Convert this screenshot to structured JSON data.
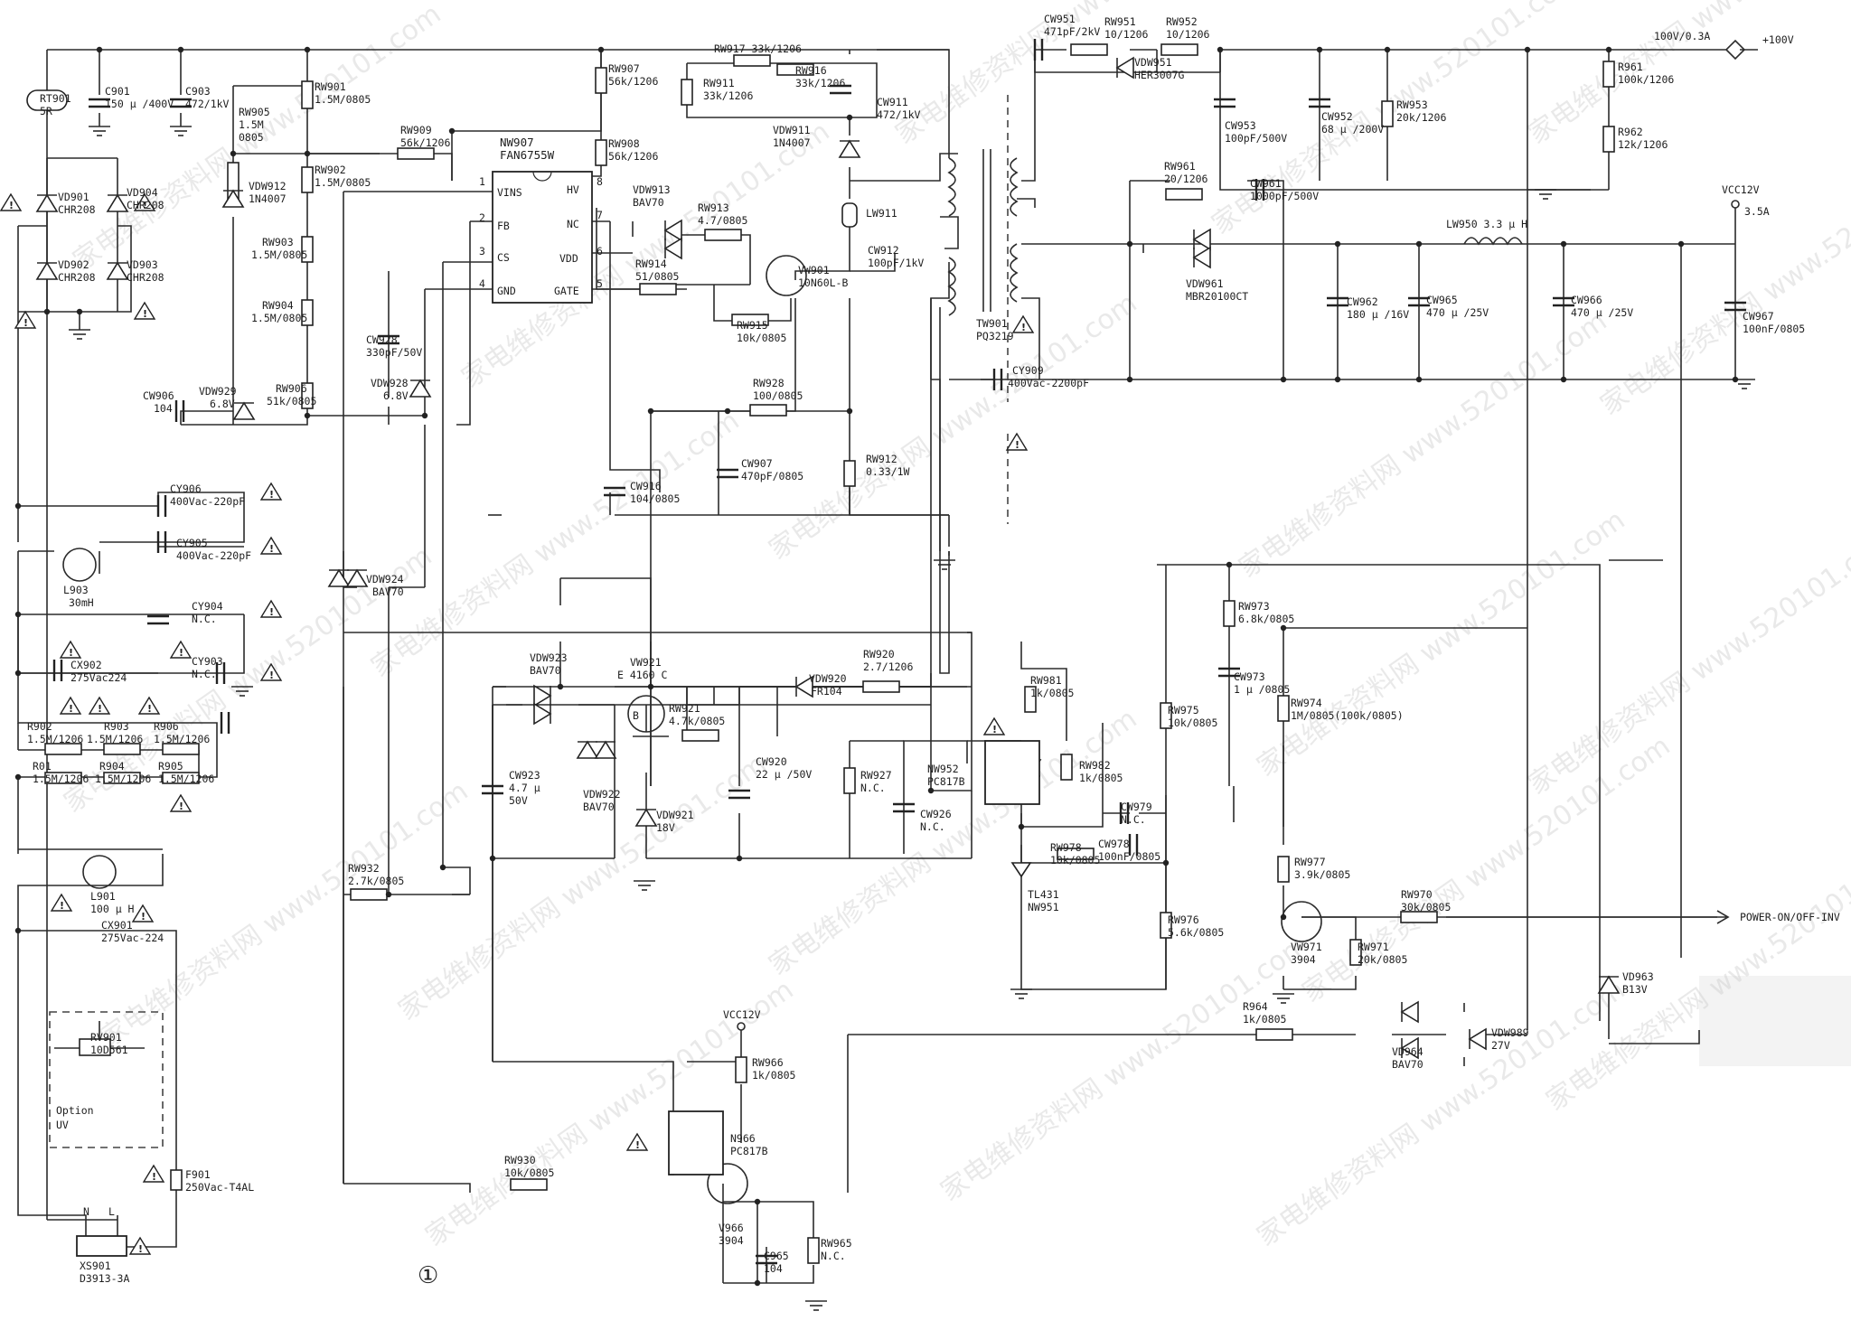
{
  "diagram": {
    "page_marker": "①",
    "watermark_text": "家电维修资料网 www.520101.com",
    "warning_symbol": "⚠",
    "labels": [
      {
        "id": "rt901",
        "text": [
          "RT901",
          "5R"
        ]
      },
      {
        "id": "c901",
        "text": [
          "C901",
          "150 μ /400V"
        ]
      },
      {
        "id": "c903",
        "text": [
          "C903",
          "472/1kV"
        ]
      },
      {
        "id": "rw905",
        "text": [
          "RW905",
          "1.5M",
          "0805"
        ]
      },
      {
        "id": "rw901",
        "text": [
          "RW901",
          "1.5M/0805"
        ]
      },
      {
        "id": "rw909",
        "text": [
          "RW909",
          "56k/1206"
        ]
      },
      {
        "id": "rw907",
        "text": [
          "RW907",
          "56k/1206"
        ]
      },
      {
        "id": "rw908",
        "text": [
          "RW908",
          "56k/1206"
        ]
      },
      {
        "id": "rw917",
        "text": [
          "RW917 33k/1206"
        ]
      },
      {
        "id": "rw911",
        "text": [
          "RW911",
          "33k/1206"
        ]
      },
      {
        "id": "rw916",
        "text": [
          "RW916",
          "33k/1206"
        ]
      },
      {
        "id": "cw911",
        "text": [
          "CW911",
          "472/1kV"
        ]
      },
      {
        "id": "vdw911",
        "text": [
          "VDW911",
          "1N4007"
        ]
      },
      {
        "id": "nw907",
        "text": [
          "NW907",
          "FAN6755W"
        ]
      },
      {
        "id": "pin_vins",
        "text": [
          "VINS"
        ]
      },
      {
        "id": "pin_fb",
        "text": [
          "FB"
        ]
      },
      {
        "id": "pin_cs",
        "text": [
          "CS"
        ]
      },
      {
        "id": "pin_gnd",
        "text": [
          "GND"
        ]
      },
      {
        "id": "pin_hv",
        "text": [
          "HV"
        ]
      },
      {
        "id": "pin_nc",
        "text": [
          "NC"
        ]
      },
      {
        "id": "pin_vdd",
        "text": [
          "VDD"
        ]
      },
      {
        "id": "pin_gate",
        "text": [
          "GATE"
        ]
      },
      {
        "id": "pin1",
        "text": [
          "1"
        ]
      },
      {
        "id": "pin2",
        "text": [
          "2"
        ]
      },
      {
        "id": "pin3",
        "text": [
          "3"
        ]
      },
      {
        "id": "pin4",
        "text": [
          "4"
        ]
      },
      {
        "id": "pin5",
        "text": [
          "5"
        ]
      },
      {
        "id": "pin6",
        "text": [
          "6"
        ]
      },
      {
        "id": "pin7",
        "text": [
          "7"
        ]
      },
      {
        "id": "pin8",
        "text": [
          "8"
        ]
      },
      {
        "id": "vdw913",
        "text": [
          "VDW913",
          "BAV70"
        ]
      },
      {
        "id": "rw913",
        "text": [
          "RW913",
          "4.7/0805"
        ]
      },
      {
        "id": "rw914",
        "text": [
          "RW914",
          "51/0805"
        ]
      },
      {
        "id": "lw911",
        "text": [
          "LW911"
        ]
      },
      {
        "id": "vw901",
        "text": [
          "VW901",
          "10N60L-B"
        ]
      },
      {
        "id": "cw912",
        "text": [
          "CW912",
          "100pF/1kV"
        ]
      },
      {
        "id": "rw915",
        "text": [
          "RW915",
          "10k/0805"
        ]
      },
      {
        "id": "tw901",
        "text": [
          "TW901",
          "PQ3219"
        ]
      },
      {
        "id": "cw951",
        "text": [
          "CW951",
          "471pF/2kV"
        ]
      },
      {
        "id": "rw951",
        "text": [
          "RW951",
          "10/1206"
        ]
      },
      {
        "id": "rw952",
        "text": [
          "RW952",
          "10/1206"
        ]
      },
      {
        "id": "vdw951",
        "text": [
          "VDW951",
          "HER3007G"
        ]
      },
      {
        "id": "cw953",
        "text": [
          "CW953",
          "100pF/500V"
        ]
      },
      {
        "id": "cw952",
        "text": [
          "CW952",
          "68 μ /200V"
        ]
      },
      {
        "id": "rw953",
        "text": [
          "RW953",
          "20k/1206"
        ]
      },
      {
        "id": "out100",
        "text": [
          "100V/0.3A"
        ]
      },
      {
        "id": "plus100",
        "text": [
          "+100V"
        ]
      },
      {
        "id": "r961",
        "text": [
          "R961",
          "100k/1206"
        ]
      },
      {
        "id": "r962",
        "text": [
          "R962",
          "12k/1206"
        ]
      },
      {
        "id": "rw961",
        "text": [
          "RW961",
          "20/1206"
        ]
      },
      {
        "id": "cw961",
        "text": [
          "CW961",
          "1000pF/500V"
        ]
      },
      {
        "id": "vdw961",
        "text": [
          "VDW961",
          "MBR20100CT"
        ]
      },
      {
        "id": "vcc12v",
        "text": [
          "VCC12V",
          "3.5A"
        ]
      },
      {
        "id": "lw950",
        "text": [
          "LW950 3.3 μ H"
        ]
      },
      {
        "id": "cw962",
        "text": [
          "CW962",
          "180 μ /16V"
        ]
      },
      {
        "id": "cw965",
        "text": [
          "CW965",
          "470 μ /25V"
        ]
      },
      {
        "id": "cw966",
        "text": [
          "CW966",
          "470 μ /25V"
        ]
      },
      {
        "id": "cw967",
        "text": [
          "CW967",
          "100nF/0805"
        ]
      },
      {
        "id": "vd901",
        "text": [
          "VD901",
          "CHR208"
        ]
      },
      {
        "id": "vd904",
        "text": [
          "VD904",
          "CHR208"
        ]
      },
      {
        "id": "vdw912",
        "text": [
          "VDW912",
          "1N4007"
        ]
      },
      {
        "id": "rw902",
        "text": [
          "RW902",
          "1.5M/0805"
        ]
      },
      {
        "id": "rw903",
        "text": [
          "RW903",
          "1.5M/0805"
        ]
      },
      {
        "id": "rw904",
        "text": [
          "RW904",
          "1.5M/0805"
        ]
      },
      {
        "id": "vd902",
        "text": [
          "VD902",
          "CHR208"
        ]
      },
      {
        "id": "vd903",
        "text": [
          "VD903",
          "CHR208"
        ]
      },
      {
        "id": "cw928",
        "text": [
          "CW928",
          "330pF/50V"
        ]
      },
      {
        "id": "vdw928",
        "text": [
          "VDW928",
          "6.8V"
        ]
      },
      {
        "id": "cw906",
        "text": [
          "CW906",
          "104"
        ]
      },
      {
        "id": "vdw929",
        "text": [
          "VDW929",
          "6.8V"
        ]
      },
      {
        "id": "rw906",
        "text": [
          "RW906",
          "51k/0805"
        ]
      },
      {
        "id": "rw928",
        "text": [
          "RW928",
          "100/0805"
        ]
      },
      {
        "id": "cw907",
        "text": [
          "CW907",
          "470pF/0805"
        ]
      },
      {
        "id": "rw912",
        "text": [
          "RW912",
          "0.33/1W"
        ]
      },
      {
        "id": "cw916",
        "text": [
          "CW916",
          "104/0805"
        ]
      },
      {
        "id": "cy909",
        "text": [
          "CY909",
          "400Vac-2200pF"
        ]
      },
      {
        "id": "cy906",
        "text": [
          "CY906",
          "400Vac-220pF"
        ]
      },
      {
        "id": "cy905",
        "text": [
          "CY905",
          "400Vac-220pF"
        ]
      },
      {
        "id": "l903",
        "text": [
          "L903",
          "30mH"
        ]
      },
      {
        "id": "cy904",
        "text": [
          "CY904",
          "N.C."
        ]
      },
      {
        "id": "cx902",
        "text": [
          "CX902",
          "275Vac224"
        ]
      },
      {
        "id": "cy903",
        "text": [
          "CY903",
          "N.C."
        ]
      },
      {
        "id": "r902",
        "text": [
          "R902",
          "1.5M/1206"
        ]
      },
      {
        "id": "r903",
        "text": [
          "R903",
          "1.5M/1206"
        ]
      },
      {
        "id": "r906",
        "text": [
          "R906",
          "1.5M/1206"
        ]
      },
      {
        "id": "r901",
        "text": [
          "R01",
          "1.5M/1206"
        ]
      },
      {
        "id": "r904",
        "text": [
          "R904",
          "1.5M/1206"
        ]
      },
      {
        "id": "r905",
        "text": [
          "R905",
          "1.5M/1206"
        ]
      },
      {
        "id": "l901",
        "text": [
          "L901",
          "100 μ H"
        ]
      },
      {
        "id": "cx901",
        "text": [
          "CX901",
          "275Vac-224"
        ]
      },
      {
        "id": "rv901",
        "text": [
          "RV901",
          "10D561"
        ]
      },
      {
        "id": "option",
        "text": [
          "Option",
          "UV"
        ]
      },
      {
        "id": "f901",
        "text": [
          "F901",
          "250Vac-T4AL"
        ]
      },
      {
        "id": "xs901",
        "text": [
          "XS901",
          "D3913-3A"
        ]
      },
      {
        "id": "xs_n",
        "text": [
          "N"
        ]
      },
      {
        "id": "xs_l",
        "text": [
          "L"
        ]
      },
      {
        "id": "vdw924",
        "text": [
          "VDW924",
          "BAV70"
        ]
      },
      {
        "id": "vdw923",
        "text": [
          "VDW923",
          "BAV70"
        ]
      },
      {
        "id": "vw921",
        "text": [
          "VW921",
          "E 4160  C"
        ]
      },
      {
        "id": "vw921b",
        "text": [
          "B"
        ]
      },
      {
        "id": "vdw920",
        "text": [
          "VDW920",
          "FR104"
        ]
      },
      {
        "id": "rw920",
        "text": [
          "RW920",
          "2.7/1206"
        ]
      },
      {
        "id": "rw921",
        "text": [
          "RW921",
          "4.7k/0805"
        ]
      },
      {
        "id": "vdw922",
        "text": [
          "VDW922",
          "BAV70"
        ]
      },
      {
        "id": "cw923",
        "text": [
          "CW923",
          "4.7 μ",
          "50V"
        ]
      },
      {
        "id": "cw920",
        "text": [
          "CW920",
          "22 μ /50V"
        ]
      },
      {
        "id": "vdw921",
        "text": [
          "VDW921",
          "18V"
        ]
      },
      {
        "id": "rw927",
        "text": [
          "RW927",
          "N.C."
        ]
      },
      {
        "id": "cw926",
        "text": [
          "CW926",
          "N.C."
        ]
      },
      {
        "id": "nw952",
        "text": [
          "NW952",
          "PC817B"
        ]
      },
      {
        "id": "rw932",
        "text": [
          "RW932",
          "2.7k/0805"
        ]
      },
      {
        "id": "rw981",
        "text": [
          "RW981",
          "1k/0805"
        ]
      },
      {
        "id": "rw982",
        "text": [
          "RW982",
          "1k/0805"
        ]
      },
      {
        "id": "cw979",
        "text": [
          "CW979",
          "N.C."
        ]
      },
      {
        "id": "rw978",
        "text": [
          "RW978",
          "10k/0805"
        ]
      },
      {
        "id": "cw978",
        "text": [
          "CW978",
          "100nF/0805"
        ]
      },
      {
        "id": "tl431",
        "text": [
          "TL431",
          "NW951"
        ]
      },
      {
        "id": "rw973",
        "text": [
          "RW973",
          "6.8k/0805"
        ]
      },
      {
        "id": "cw973",
        "text": [
          "CW973",
          "1 μ /0805"
        ]
      },
      {
        "id": "rw974",
        "text": [
          "RW974",
          "1M/0805(100k/0805)"
        ]
      },
      {
        "id": "rw975",
        "text": [
          "RW975",
          "10k/0805"
        ]
      },
      {
        "id": "rw977",
        "text": [
          "RW977",
          "3.9k/0805"
        ]
      },
      {
        "id": "rw970",
        "text": [
          "RW970",
          "30k/0805"
        ]
      },
      {
        "id": "poweron",
        "text": [
          "POWER-ON/OFF-INV"
        ]
      },
      {
        "id": "vw971",
        "text": [
          "VW971",
          "3904"
        ]
      },
      {
        "id": "rw971",
        "text": [
          "RW971",
          "20k/0805"
        ]
      },
      {
        "id": "rw976",
        "text": [
          "RW976",
          "5.6k/0805"
        ]
      },
      {
        "id": "vd963",
        "text": [
          "VD963",
          "B13V"
        ]
      },
      {
        "id": "r964",
        "text": [
          "R964",
          "1k/0805"
        ]
      },
      {
        "id": "vd964",
        "text": [
          "VD964",
          "BAV70"
        ]
      },
      {
        "id": "vdw989",
        "text": [
          "VDW989",
          "27V"
        ]
      },
      {
        "id": "vcc12v_b",
        "text": [
          "VCC12V"
        ]
      },
      {
        "id": "rw966",
        "text": [
          "RW966",
          "1k/0805"
        ]
      },
      {
        "id": "n966",
        "text": [
          "N966",
          "PC817B"
        ]
      },
      {
        "id": "rw930",
        "text": [
          "RW930",
          "10k/0805"
        ]
      },
      {
        "id": "v966",
        "text": [
          "V966",
          "3904"
        ]
      },
      {
        "id": "c965",
        "text": [
          "C965",
          "104"
        ]
      },
      {
        "id": "rw965",
        "text": [
          "RW965",
          "N.C."
        ]
      }
    ]
  }
}
